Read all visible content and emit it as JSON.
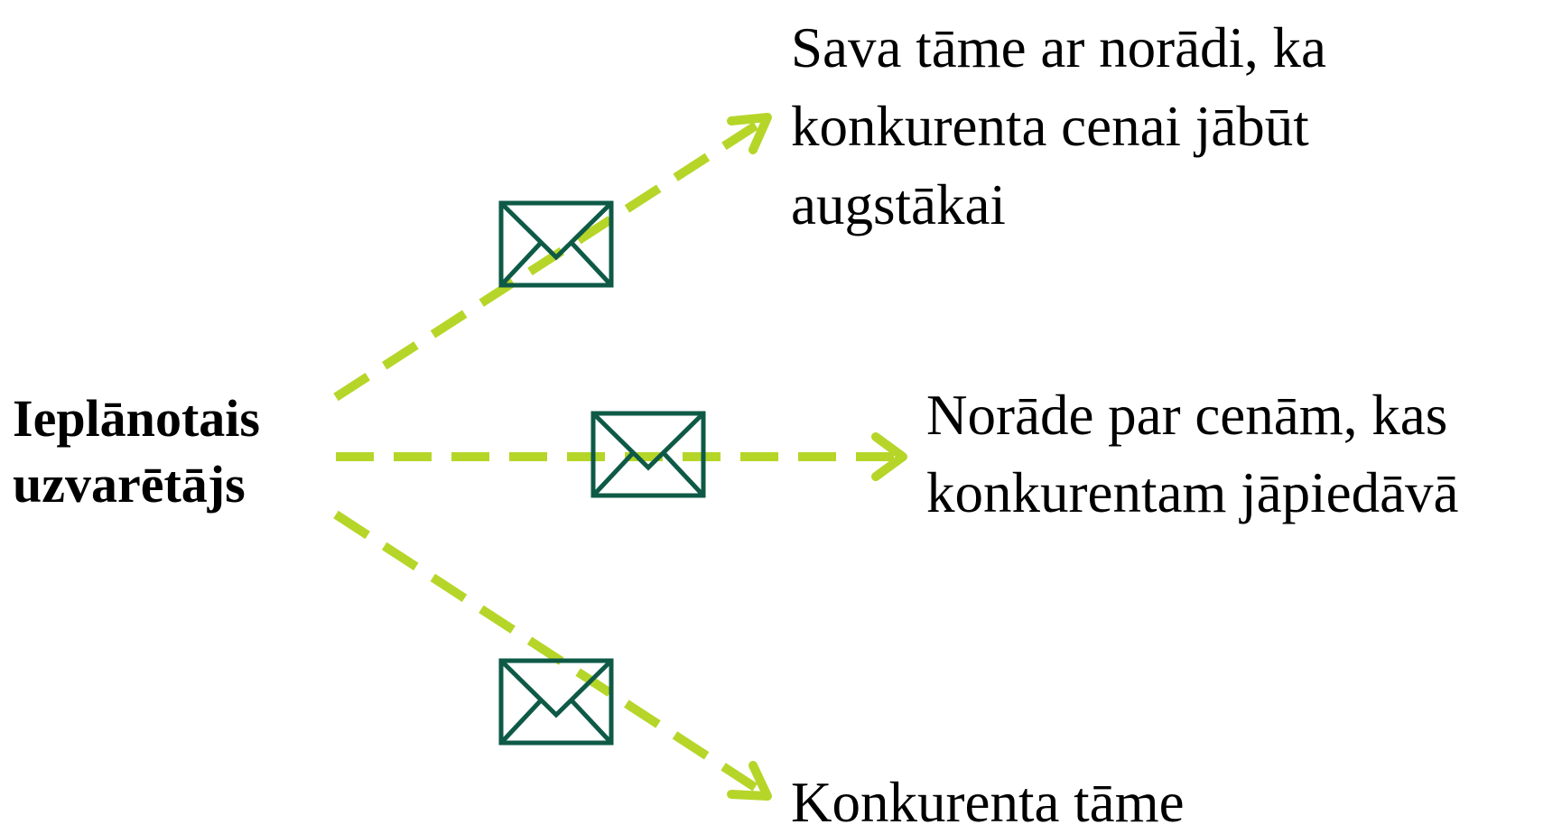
{
  "source": {
    "lines": [
      "Ieplānotais",
      "uzvarētājs"
    ]
  },
  "targets": [
    {
      "id": "top",
      "lines": [
        "Sava tāme ar norādi, ka",
        "konkurenta cenai jābūt",
        "augstākai"
      ]
    },
    {
      "id": "middle",
      "lines": [
        "Norāde par cenām, kas",
        "konkurentam jāpiedāvā"
      ]
    },
    {
      "id": "bottom",
      "lines": [
        "Konkurenta tāme"
      ]
    }
  ],
  "style": {
    "arrow_color": "#b5d629",
    "envelope_color": "#0e5a47",
    "arrow_style": "dashed"
  },
  "icons": [
    "envelope-icon",
    "envelope-icon",
    "envelope-icon"
  ]
}
